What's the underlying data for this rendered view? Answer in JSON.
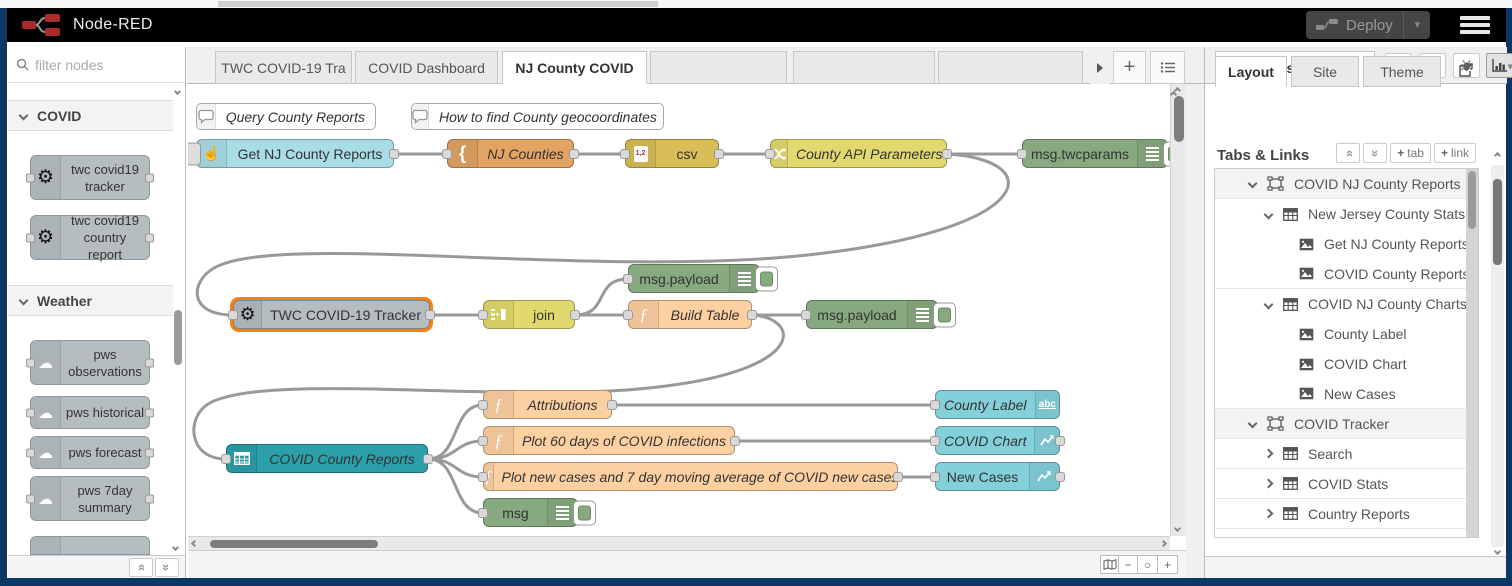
{
  "icons": {
    "gear": "⚙",
    "cloud": "☁",
    "inject_hand": "☝",
    "brace": "{",
    "function": "ƒ",
    "csv_digits": "1,2",
    "abc": "abc",
    "play": "▶",
    "plus": "+",
    "minus": "−",
    "circle": "○",
    "caret": "▾",
    "double_chevron": "»",
    "left_arrow": "‹",
    "right_arrow": "›"
  },
  "header": {
    "title": "Node-RED",
    "deploy_label": "Deploy"
  },
  "palette": {
    "filter_placeholder": "filter nodes",
    "categories": [
      {
        "label": "COVID"
      },
      {
        "label": "Weather"
      }
    ],
    "nodes": {
      "twc_tracker": "twc covid19 tracker",
      "twc_country": "twc covid19 country report",
      "pws_obs": "pws observations",
      "pws_hist": "pws historical",
      "pws_fcst": "pws forecast",
      "pws_7day": "pws 7day summary"
    }
  },
  "workspace": {
    "tabs": [
      {
        "label": "TWC COVID-19 Tra"
      },
      {
        "label": "COVID Dashboard"
      },
      {
        "label": "NJ County COVID"
      }
    ]
  },
  "flow": {
    "comment1": "Query County Reports",
    "comment2": "How to find County geocoordinates",
    "inject": "Get NJ County Reports",
    "template": "NJ Counties",
    "csv": "csv",
    "change": "County API Parameters",
    "debug_twcparams": "msg.twcparams",
    "tracker": "TWC COVID-19 Tracker",
    "join": "join",
    "debug_payload1": "msg.payload",
    "build_table": "Build Table",
    "debug_payload2": "msg.payload",
    "ui_table": "COVID County Reports",
    "attributions": "Attributions",
    "plot60": "Plot 60 days of COVID infections",
    "plotnew": "Plot new cases and 7 day moving average of COVID new cases",
    "debug_msg": "msg",
    "ui_text": "County Label",
    "ui_chart": "COVID Chart",
    "ui_chart2": "New Cases"
  },
  "sidebar": {
    "tab_label": "dashboard",
    "tabs": {
      "layout": "Layout",
      "site": "Site",
      "theme": "Theme"
    },
    "section_title": "Tabs & Links",
    "add_tab": "tab",
    "add_link": "link",
    "tree": [
      {
        "label": "COVID NJ County Reports",
        "type": "tab"
      },
      {
        "label": "New Jersey County Stats",
        "type": "group"
      },
      {
        "label": "Get NJ County Reports",
        "type": "widget"
      },
      {
        "label": "COVID County Reports",
        "type": "widget"
      },
      {
        "label": "COVID NJ County Charts",
        "type": "group"
      },
      {
        "label": "County Label",
        "type": "widget"
      },
      {
        "label": "COVID Chart",
        "type": "widget"
      },
      {
        "label": "New Cases",
        "type": "widget"
      },
      {
        "label": "COVID Tracker",
        "type": "tab"
      },
      {
        "label": "Search",
        "type": "group-collapsed"
      },
      {
        "label": "COVID Stats",
        "type": "group-collapsed"
      },
      {
        "label": "Country Reports",
        "type": "group-collapsed"
      }
    ]
  },
  "colors": {
    "inject": "#a9dde6",
    "template": "#e2a363",
    "csv": "#d9bd57",
    "change": "#e2d96e",
    "debug": "#87a980",
    "function": "#fdd0a2",
    "gray_node": "#b5bdc1",
    "ui_table": "#2b9faa",
    "ui_widget": "#83d0da",
    "selection": "#ff7f0e",
    "logo_red": "#ad2a2a",
    "header_bg": "#000000"
  }
}
